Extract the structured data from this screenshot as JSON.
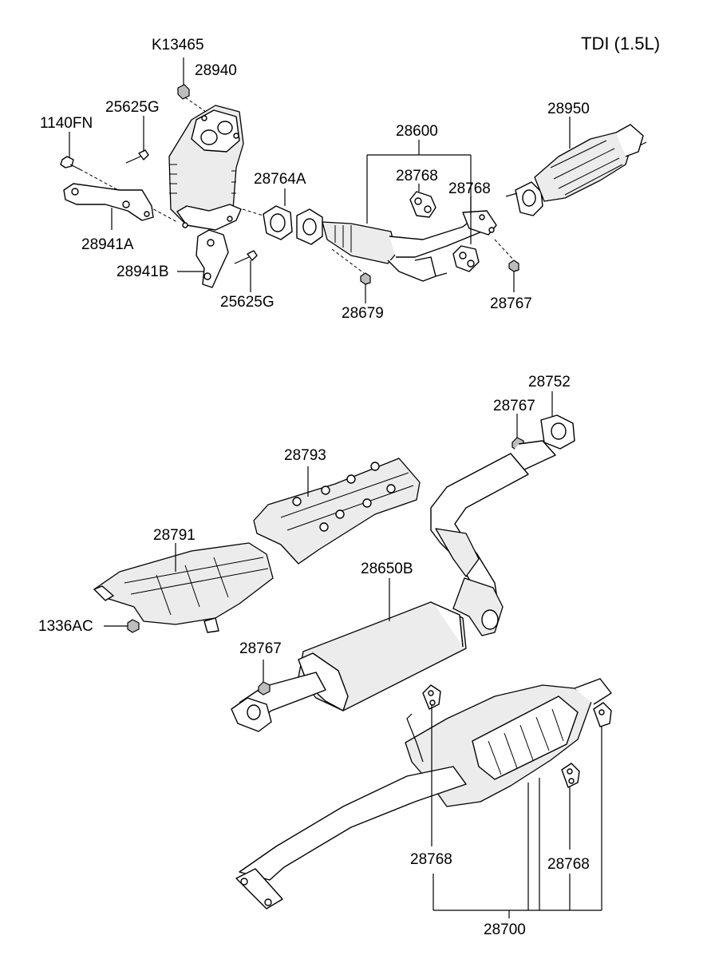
{
  "title": "TDI (1.5L)",
  "labels": {
    "k13465": "K13465",
    "p28940": "28940",
    "p25625g_top": "25625G",
    "p1140fn": "1140FN",
    "p28600": "28600",
    "p28950": "28950",
    "p28764a": "28764A",
    "p28768_a": "28768",
    "p28768_b": "28768",
    "p28941a": "28941A",
    "p28941b": "28941B",
    "p25625g_bot": "25625G",
    "p28679": "28679",
    "p28767_top": "28767",
    "p28752": "28752",
    "p28767_mid": "28767",
    "p28793": "28793",
    "p28791": "28791",
    "p28650b": "28650B",
    "p1336ac": "1336AC",
    "p28767_low": "28767",
    "p28768_c": "28768",
    "p28768_d": "28768",
    "p28700": "28700"
  }
}
